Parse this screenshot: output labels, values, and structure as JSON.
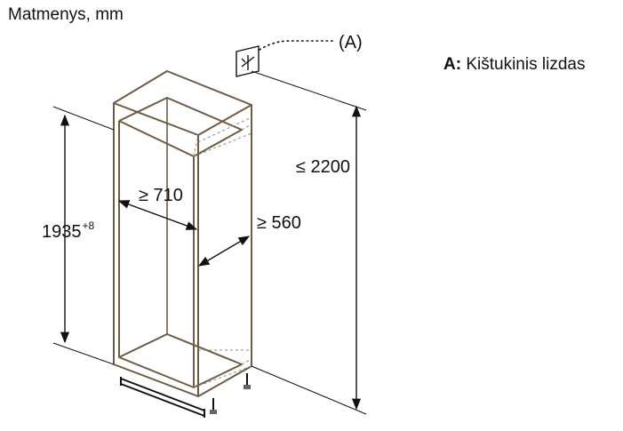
{
  "title": "Matmenys, mm",
  "legend": {
    "key": "A:",
    "text": "Kištukinis lizdas"
  },
  "callout_label": "(A)",
  "dimensions": {
    "niche_height": "1935",
    "niche_height_tolerance": "+8",
    "total_height": "≤ 2200",
    "niche_width": "≥ 710",
    "niche_depth": "≥ 560"
  },
  "icons": {
    "socket": "power-socket-icon"
  },
  "colors": {
    "cabinet_edge": "#6f5a44",
    "line": "#111111",
    "hidden": "#888888"
  }
}
